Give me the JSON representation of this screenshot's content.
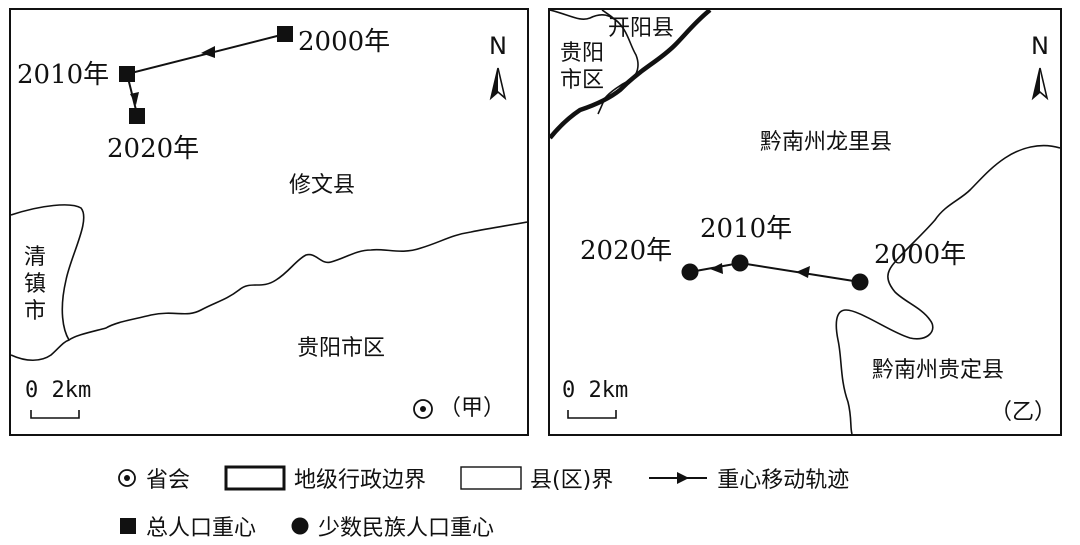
{
  "panel_a": {
    "county": "修文县",
    "city_district": "贵阳市区",
    "town": "清镇市",
    "years": [
      "2000年",
      "2010年",
      "2020年"
    ],
    "north": "N",
    "scale": "0  2km",
    "panel_label": "（甲）"
  },
  "panel_b": {
    "county_top": "开阳县",
    "city_district": "贵阳市区",
    "longli": "黔南州龙里县",
    "guiding": "黔南州贵定县",
    "years": [
      "2020年",
      "2010年",
      "2000年"
    ],
    "north": "N",
    "scale": "0  2km",
    "panel_label": "（乙）"
  },
  "legend": {
    "capital": "省会",
    "pref_boundary": "地级行政边界",
    "county_boundary": "县(区)界",
    "trajectory": "重心移动轨迹",
    "total_pop_center": "总人口重心",
    "minority_pop_center": "少数民族人口重心"
  }
}
